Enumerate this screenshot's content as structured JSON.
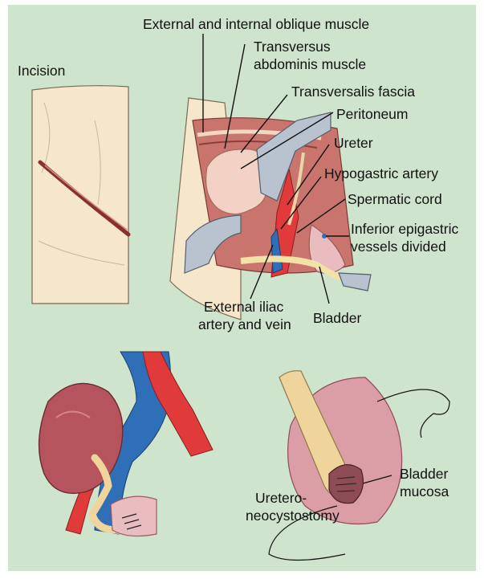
{
  "labels": {
    "incision": "Incision",
    "oblique": "External and internal oblique muscle",
    "transversus_1": "Transversus",
    "transversus_2": "abdominis muscle",
    "fascia": "Transversalis fascia",
    "peritoneum": "Peritoneum",
    "ureter": "Ureter",
    "hypogastric": "Hypogastric artery",
    "spermatic": "Spermatic cord",
    "epigastric_1": "Inferior epigastric",
    "epigastric_2": "vessels divided",
    "iliac_1": "External iliac",
    "iliac_2": "artery and vein",
    "bladder": "Bladder",
    "uretero_1": "Uretero-",
    "uretero_2": "neocystostomy",
    "mucosa_1": "Bladder",
    "mucosa_2": "mucosa"
  },
  "colors": {
    "background": "#cfe4cc",
    "skin": "#f6e7cc",
    "muscle": "#c9756e",
    "artery": "#e03a3a",
    "vein": "#2f6fb8",
    "retractor": "#b9c2cf",
    "kidney": "#b5545c",
    "bladder": "#e9bcc0"
  }
}
